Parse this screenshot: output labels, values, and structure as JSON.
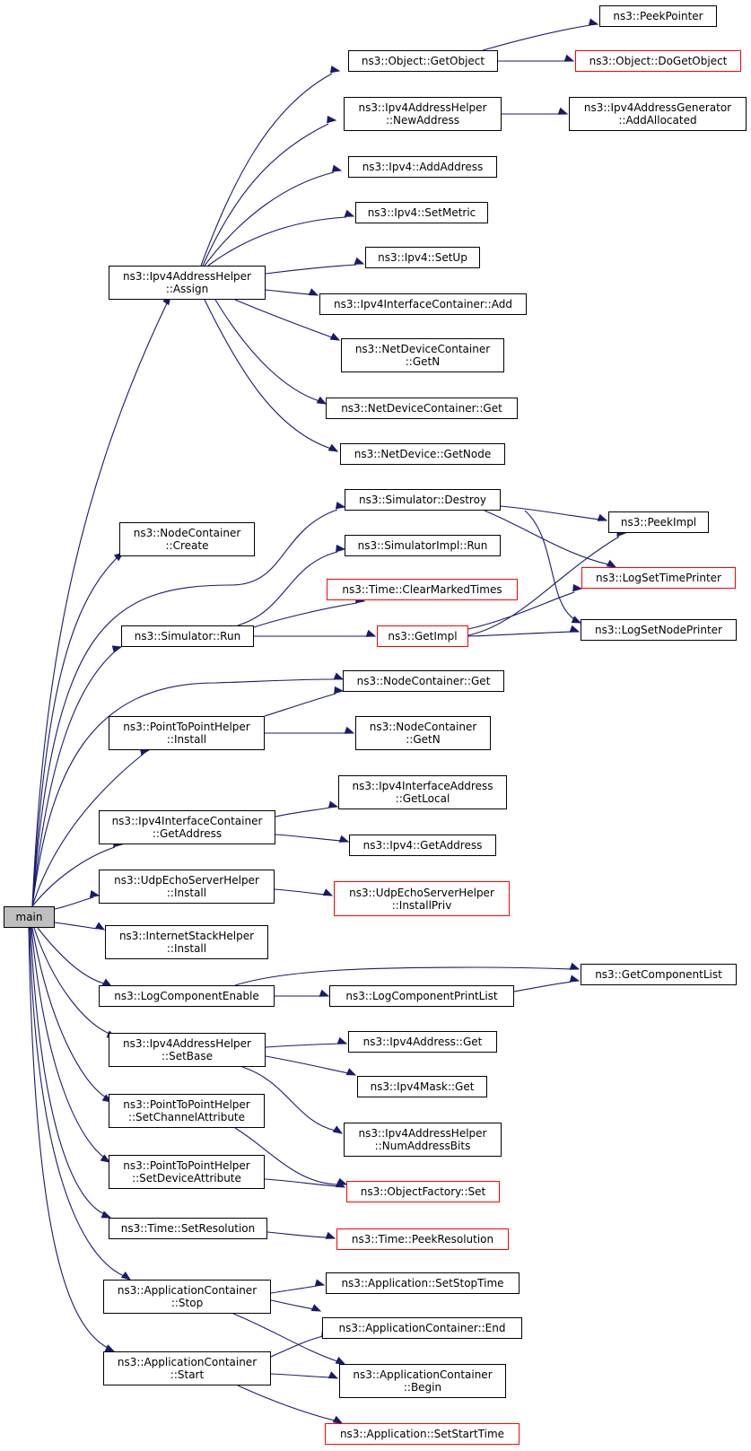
{
  "colors": {
    "edge": "#191970",
    "normal_border": "#000000",
    "truncated_border": "#ff0000",
    "root_fill": "#bfbfbf"
  },
  "nodes": {
    "main": {
      "lines": [
        "main"
      ]
    },
    "assign": {
      "lines": [
        "ns3::Ipv4AddressHelper",
        "::Assign"
      ]
    },
    "nc_create": {
      "lines": [
        "ns3::NodeContainer",
        "::Create"
      ]
    },
    "sim_run": {
      "lines": [
        "ns3::Simulator::Run"
      ]
    },
    "p2p_install": {
      "lines": [
        "ns3::PointToPointHelper",
        "::Install"
      ]
    },
    "ipv4ic_getaddress": {
      "lines": [
        "ns3::Ipv4InterfaceContainer",
        "::GetAddress"
      ]
    },
    "udpserver_install": {
      "lines": [
        "ns3::UdpEchoServerHelper",
        "::Install"
      ]
    },
    "inet_install": {
      "lines": [
        "ns3::InternetStackHelper",
        "::Install"
      ]
    },
    "logcomp_enable": {
      "lines": [
        "ns3::LogComponentEnable"
      ]
    },
    "setbase": {
      "lines": [
        "ns3::Ipv4AddressHelper",
        "::SetBase"
      ]
    },
    "setchannelattr": {
      "lines": [
        "ns3::PointToPointHelper",
        "::SetChannelAttribute"
      ]
    },
    "setdeviceattr": {
      "lines": [
        "ns3::PointToPointHelper",
        "::SetDeviceAttribute"
      ]
    },
    "time_setres": {
      "lines": [
        "ns3::Time::SetResolution"
      ]
    },
    "appc_stop": {
      "lines": [
        "ns3::ApplicationContainer",
        "::Stop"
      ]
    },
    "appc_start": {
      "lines": [
        "ns3::ApplicationContainer",
        "::Start"
      ]
    },
    "obj_getobject": {
      "lines": [
        "ns3::Object::GetObject"
      ]
    },
    "newaddress": {
      "lines": [
        "ns3::Ipv4AddressHelper",
        "::NewAddress"
      ]
    },
    "ipv4_addaddress": {
      "lines": [
        "ns3::Ipv4::AddAddress"
      ]
    },
    "ipv4_setmetric": {
      "lines": [
        "ns3::Ipv4::SetMetric"
      ]
    },
    "ipv4_setup": {
      "lines": [
        "ns3::Ipv4::SetUp"
      ]
    },
    "ipv4ic_add": {
      "lines": [
        "ns3::Ipv4InterfaceContainer::Add"
      ]
    },
    "ndc_getn": {
      "lines": [
        "ns3::NetDeviceContainer",
        "::GetN"
      ]
    },
    "ndc_get": {
      "lines": [
        "ns3::NetDeviceContainer::Get"
      ]
    },
    "nd_getnode": {
      "lines": [
        "ns3::NetDevice::GetNode"
      ]
    },
    "peekpointer": {
      "lines": [
        "ns3::PeekPointer"
      ]
    },
    "dogetobject": {
      "lines": [
        "ns3::Object::DoGetObject"
      ]
    },
    "addallocated": {
      "lines": [
        "ns3::Ipv4AddressGenerator",
        "::AddAllocated"
      ]
    },
    "sim_destroy": {
      "lines": [
        "ns3::Simulator::Destroy"
      ]
    },
    "simimpl_run": {
      "lines": [
        "ns3::SimulatorImpl::Run"
      ]
    },
    "clearmarked": {
      "lines": [
        "ns3::Time::ClearMarkedTimes"
      ]
    },
    "getimpl": {
      "lines": [
        "ns3::GetImpl"
      ]
    },
    "peekimpl": {
      "lines": [
        "ns3::PeekImpl"
      ]
    },
    "logsettime": {
      "lines": [
        "ns3::LogSetTimePrinter"
      ]
    },
    "logsetnode": {
      "lines": [
        "ns3::LogSetNodePrinter"
      ]
    },
    "nc_get": {
      "lines": [
        "ns3::NodeContainer::Get"
      ]
    },
    "nc_getn": {
      "lines": [
        "ns3::NodeContainer",
        "::GetN"
      ]
    },
    "ipv4ia_getlocal": {
      "lines": [
        "ns3::Ipv4InterfaceAddress",
        "::GetLocal"
      ]
    },
    "ipv4_getaddress": {
      "lines": [
        "ns3::Ipv4::GetAddress"
      ]
    },
    "installpriv": {
      "lines": [
        "ns3::UdpEchoServerHelper",
        "::InstallPriv"
      ]
    },
    "getcomplist": {
      "lines": [
        "ns3::GetComponentList"
      ]
    },
    "logcompprint": {
      "lines": [
        "ns3::LogComponentPrintList"
      ]
    },
    "ipv4addr_get": {
      "lines": [
        "ns3::Ipv4Address::Get"
      ]
    },
    "ipv4mask_get": {
      "lines": [
        "ns3::Ipv4Mask::Get"
      ]
    },
    "numaddrbits": {
      "lines": [
        "ns3::Ipv4AddressHelper",
        "::NumAddressBits"
      ]
    },
    "objfactory_set": {
      "lines": [
        "ns3::ObjectFactory::Set"
      ]
    },
    "peekres": {
      "lines": [
        "ns3::Time::PeekResolution"
      ]
    },
    "app_setstop": {
      "lines": [
        "ns3::Application::SetStopTime"
      ]
    },
    "appc_end": {
      "lines": [
        "ns3::ApplicationContainer::End"
      ]
    },
    "appc_begin": {
      "lines": [
        "ns3::ApplicationContainer",
        "::Begin"
      ]
    },
    "app_setstart": {
      "lines": [
        "ns3::Application::SetStartTime"
      ]
    }
  }
}
